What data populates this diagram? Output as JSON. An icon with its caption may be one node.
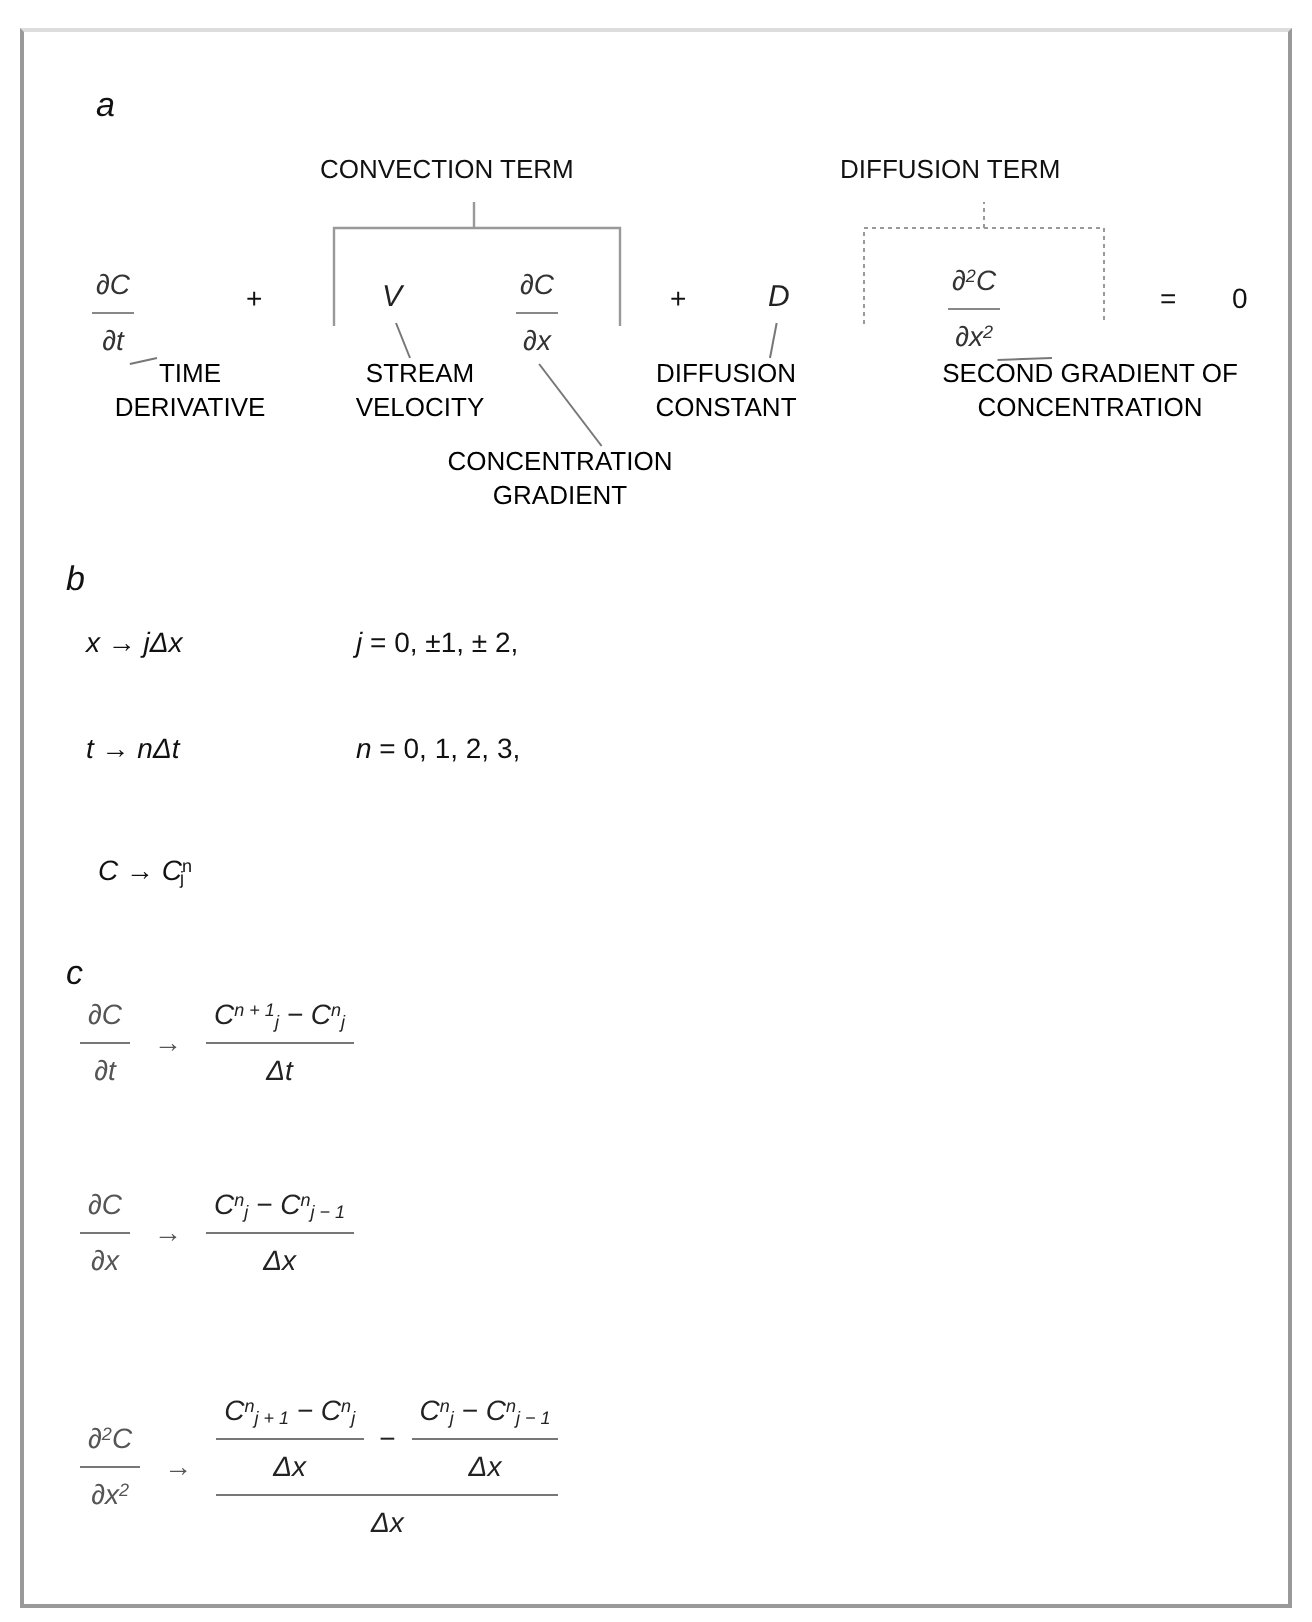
{
  "diagram": {
    "nodes": [
      {
        "text": [
          "∂C",
          "∂t"
        ]
      },
      {
        "text": [
          "V"
        ]
      },
      {
        "text": [
          "∂C",
          "∂x"
        ]
      },
      {
        "text": [
          "D"
        ]
      },
      {
        "text": [
          "∂$^{2}$C",
          "∂x$^{2}$"
        ]
      },
      {
        "text": [
          "TIME DERIVATIVE"
        ]
      },
      {
        "text": [
          "STREAM VELOCITY"
        ]
      },
      {
        "text": [
          "CONCENTRATION GRADIENT"
        ]
      },
      {
        "text": [
          "DIFFUSION CONSTANT"
        ]
      },
      {
        "text": [
          "SECOND GRADIENT OF CONCENTRATION"
        ]
      }
    ],
    "edges": [
      {
        "from": 5,
        "to": 0,
        "arrow": "none"
      },
      {
        "from": 6,
        "to": 1,
        "arrow": "none"
      },
      {
        "from": 7,
        "to": 2,
        "arrow": "none"
      },
      {
        "from": 8,
        "to": 3,
        "arrow": "none"
      },
      {
        "from": 9,
        "to": 4,
        "arrow": "none"
      }
    ],
    "labels": [
      "a",
      "CONVECTION TERM",
      "DIFFUSION TERM",
      "+",
      "+",
      "=",
      "0",
      "b",
      "x → jΔx",
      "*j* = 0, ±1, ± 2,",
      "t → nΔt",
      "*n* = 0, 1, 2, 3,",
      "*C* → *C*$^{n}$$_{j}$",
      "c",
      "∂C",
      "∂t",
      "→",
      "C$^{n + 1}$$_{j}$ − C$^{n}$$_{j}$",
      "Δt",
      "∂C",
      "∂x",
      "→",
      "C$^{n}$$_{j}$ − C$^{n}$$_{j − 1}$",
      "Δx",
      "∂$^{2}$C",
      "∂x$^{2}$",
      "→",
      "C$^{n}$$_{j + 1}$ − C$^{n}$$_{j}$",
      "Δx",
      "−",
      "C$^{n}$$_{j}$ − C$^{n}$$_{j − 1}$",
      "Δx",
      "Δx"
    ]
  }
}
